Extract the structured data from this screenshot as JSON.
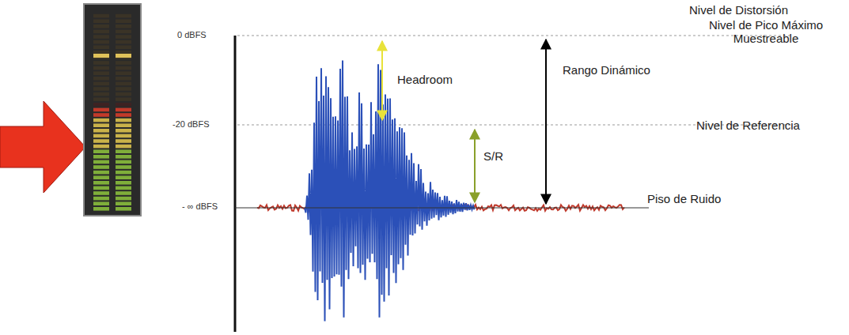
{
  "diagram": {
    "labels": [
      "0 dBFS",
      "-20 dBFS",
      "- ∞ dBFS",
      "Headroom",
      "S/R",
      "Rango Dinámico",
      "Nivel de Distorsión",
      "Nivel de Pico Máximo Muestreable",
      "Nivel de Referencia",
      "Piso de Ruido"
    ]
  }
}
